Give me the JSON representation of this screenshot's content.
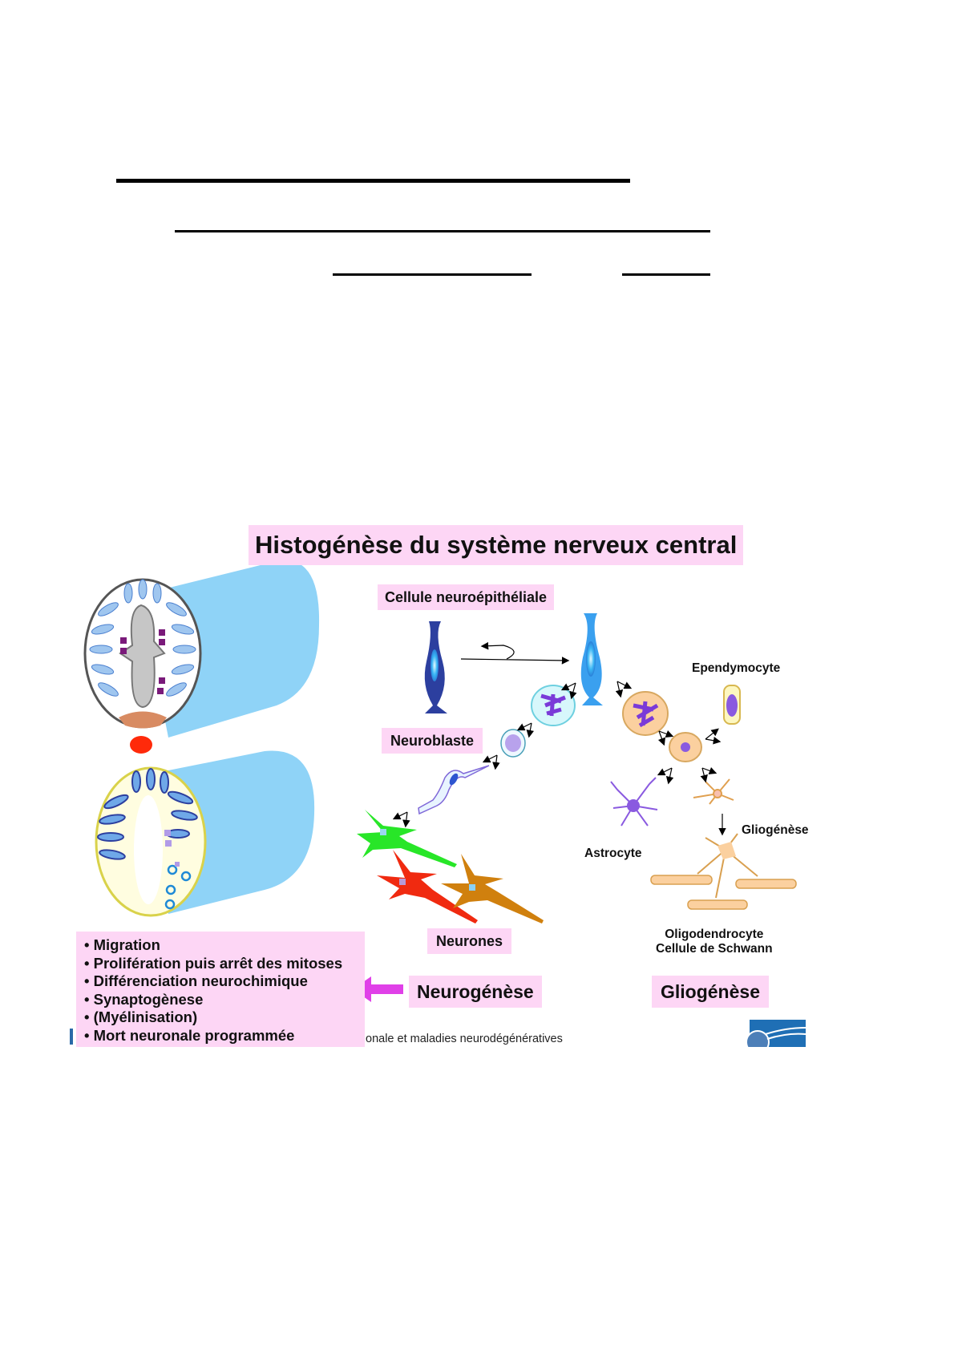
{
  "document": {
    "blank_lines": 4
  },
  "slide": {
    "title": "Histogénèse du système nerveux central",
    "labels": {
      "neuroepithelial_cell": "Cellule neuroépithéliale",
      "neuroblast": "Neuroblaste",
      "neurons": "Neurones",
      "ependymocyte": "Ependymocyte",
      "astrocyte": "Astrocyte",
      "gliogenesis_small": "Gliogénèse",
      "oligodendrocyte_line1": "Oligodendrocyte",
      "oligodendrocyte_line2": "Cellule de Schwann",
      "neurogenesis": "Neurogénèse",
      "gliogenesis": "Gliogénèse"
    },
    "bullets": [
      "Migration",
      "Prolifération puis arrêt des mitoses",
      "Différenciation neurochimique",
      "Synaptogènese",
      "(Myélinisation)",
      "Mort neuronale programmée"
    ],
    "footer_fragment": "onale et maladies neurodégénératives",
    "colors": {
      "label_bg": "#fdd6f5",
      "tube_blue": "#8fd3f7",
      "arrow_magenta": "#e040e8"
    }
  }
}
